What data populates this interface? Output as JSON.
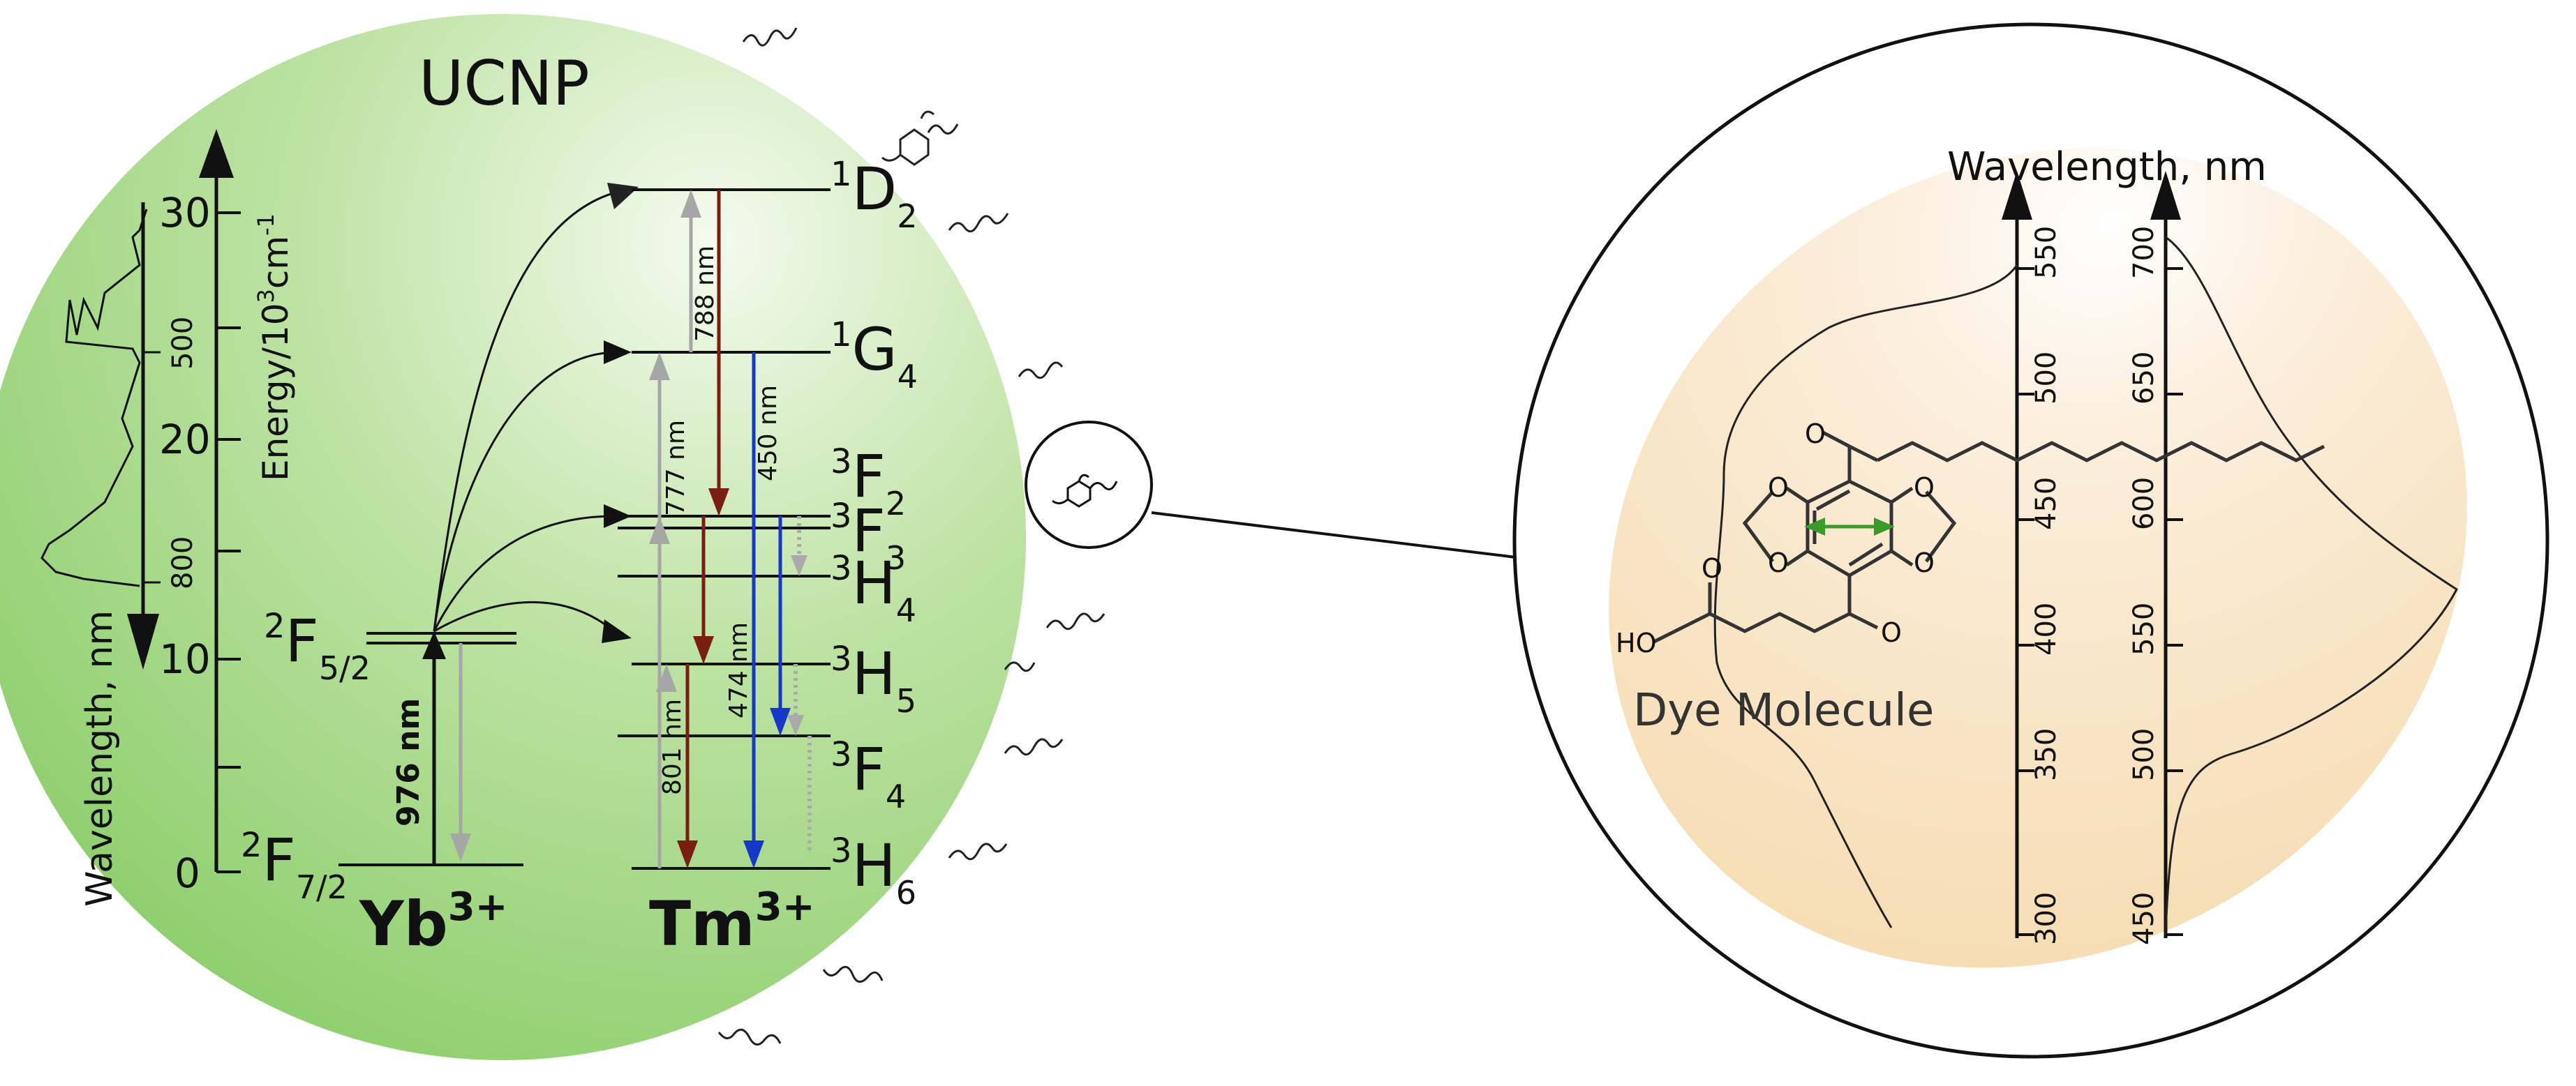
{
  "colors": {
    "particle_fill": "#8fcf6f",
    "particle_highlight": "#f4fbee",
    "halo_fill": "#f6ddb4",
    "arrow_red": "#7a1e12",
    "arrow_blue": "#1538c8",
    "arrow_gray": "#a6a6a6",
    "pump_green": "#3a9a2a"
  },
  "left": {
    "title": "UCNP",
    "energy_axis_label": "Energy/10",
    "energy_axis_sup": "3",
    "energy_axis_unit": "cm",
    "energy_axis_unit_sup": "-1",
    "energy_ticks": [
      "30",
      "20",
      "10",
      "0"
    ],
    "wavelength_axis_label": "Wavelength, nm",
    "wavelength_ticks": [
      "500",
      "800"
    ],
    "yb_label": "Yb",
    "yb_charge": "3+",
    "tm_label": "Tm",
    "tm_charge": "3+",
    "yb_levels": [
      {
        "sup": "2",
        "main": "F",
        "sub": "5/2"
      },
      {
        "sup": "2",
        "main": "F",
        "sub": "7/2"
      }
    ],
    "tm_levels": [
      {
        "sup": "1",
        "main": "D",
        "sub": "2"
      },
      {
        "sup": "1",
        "main": "G",
        "sub": "4"
      },
      {
        "sup": "3",
        "main": "F",
        "sub": "2"
      },
      {
        "sup": "3",
        "main": "F",
        "sub": "3"
      },
      {
        "sup": "3",
        "main": "H",
        "sub": "4"
      },
      {
        "sup": "3",
        "main": "H",
        "sub": "5"
      },
      {
        "sup": "3",
        "main": "F",
        "sub": "4"
      },
      {
        "sup": "3",
        "main": "H",
        "sub": "6"
      }
    ],
    "transitions": [
      "976 nm",
      "788 nm",
      "777 nm",
      "450 nm",
      "474 nm",
      "801 nm"
    ]
  },
  "right": {
    "axis_title": "Wavelength, nm",
    "scale1_ticks": [
      "550",
      "500",
      "450",
      "400",
      "350",
      "300"
    ],
    "scale2_ticks": [
      "700",
      "650",
      "600",
      "550",
      "500",
      "450"
    ],
    "dye_label": "Dye Molecule",
    "atom_labels": {
      "oxygen": "O",
      "hydroxyl": "HO"
    }
  }
}
